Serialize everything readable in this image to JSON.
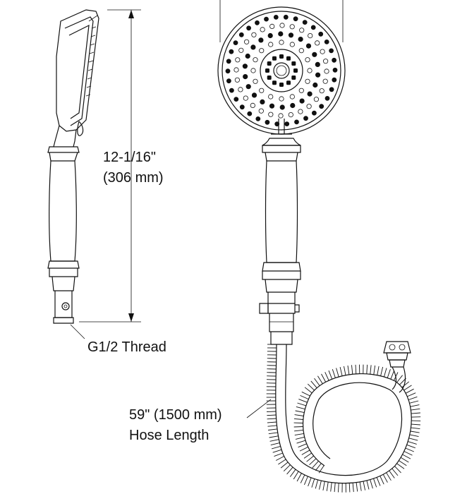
{
  "labels": {
    "height_imperial": "12-1/16\"",
    "height_metric": "(306 mm)",
    "thread": "G1/2 Thread",
    "hose_imperial_metric": "59\" (1500 mm)",
    "hose_caption": "Hose Length"
  }
}
